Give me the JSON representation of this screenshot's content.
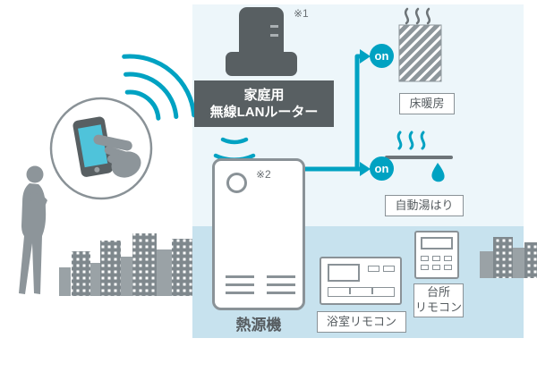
{
  "scene": {
    "notes": {
      "router_note": "※1",
      "unit_note": "※2"
    },
    "router": {
      "label_line1": "家庭用",
      "label_line2": "無線LANルーター"
    },
    "heat_source_unit": {
      "label": "熱源機"
    },
    "outputs": {
      "floor_heating": {
        "label": "床暖房",
        "status": "on"
      },
      "auto_bath": {
        "label": "自動湯はり",
        "status": "on"
      }
    },
    "remotes": {
      "bathroom": {
        "label": "浴室リモコン"
      },
      "kitchen": {
        "label_line1": "台所",
        "label_line2": "リモコン"
      }
    },
    "colors": {
      "accent_teal": "#00a2c2",
      "device_dark_gray": "#585f62",
      "silhouette_gray": "#8d959a",
      "border_gray": "#8a9297",
      "band_blue": "#c7e2ee",
      "panel_tint": "#edf6fa",
      "phone_screen": "#4fc3da"
    },
    "icons": [
      "person-silhouette-icon",
      "city-skyline-icon",
      "smartphone-icon",
      "hand-pointer-icon",
      "wifi-waves-icon",
      "router-icon",
      "floor-heating-icon",
      "heat-waves-icon",
      "steam-icon",
      "bathtub-icon",
      "water-drop-icon"
    ]
  }
}
